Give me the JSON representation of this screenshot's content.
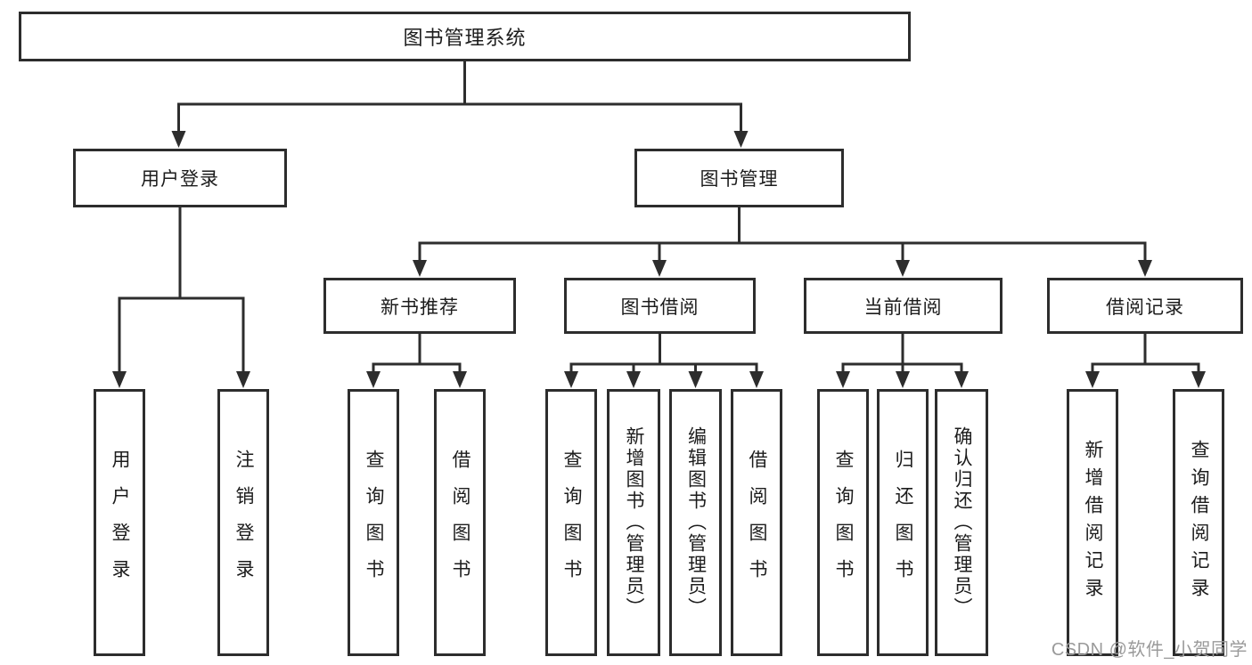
{
  "tree": {
    "root": "图书管理系统",
    "login_branch": {
      "label": "用户登录",
      "children": [
        "用户登录",
        "注销登录"
      ]
    },
    "mgmt_branch": {
      "label": "图书管理",
      "sections": [
        {
          "label": "新书推荐",
          "children": [
            "查询图书",
            "借阅图书"
          ]
        },
        {
          "label": "图书借阅",
          "children": [
            "查询图书",
            "新增图书（管理员）",
            "编辑图书（管理员）",
            "借阅图书"
          ]
        },
        {
          "label": "当前借阅",
          "children": [
            "查询图书",
            "归还图书",
            "确认归还（管理员）"
          ]
        },
        {
          "label": "借阅记录",
          "children": [
            "新增借阅记录",
            "查询借阅记录"
          ]
        }
      ]
    }
  },
  "watermark": "CSDN @软件_小贺同学",
  "colors": {
    "line": "#2d2d2d",
    "box_border": "#2d2d2d",
    "text": "#1c1c1c",
    "watermark": "#9a9a9a",
    "background": "#ffffff"
  }
}
